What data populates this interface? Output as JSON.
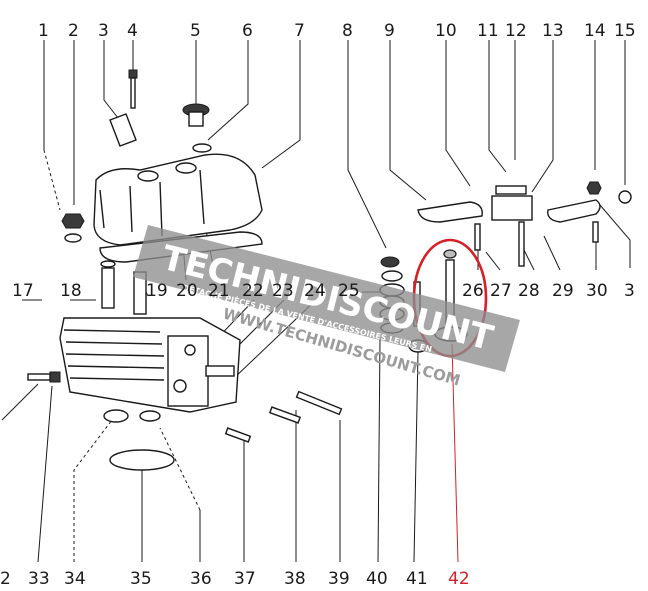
{
  "diagram": {
    "top_labels": [
      "1",
      "2",
      "3",
      "4",
      "5",
      "6",
      "7",
      "8",
      "9",
      "10",
      "11",
      "12",
      "13",
      "14",
      "15"
    ],
    "middle_labels_left": [
      "17",
      "18",
      "19",
      "20",
      "21",
      "22",
      "23",
      "24",
      "25"
    ],
    "middle_labels_right": [
      "26",
      "27",
      "28",
      "29",
      "30",
      "3"
    ],
    "bottom_labels": [
      "2",
      "33",
      "34",
      "35",
      "36",
      "37",
      "38",
      "39",
      "40",
      "41"
    ],
    "highlight_label": "42",
    "colors": {
      "highlight": "#d42026",
      "ink": "#1a1a1a",
      "watermark": "#8e8e8e"
    }
  },
  "watermark": {
    "brand": "TECHNIDISCOUNT",
    "tagline": "DÉTACHÉ PIÈCES DE LA VENTE D'ACCESSOIRES LEURS EN",
    "url": "WWW.TECHNIDISCOUNT.COM"
  }
}
